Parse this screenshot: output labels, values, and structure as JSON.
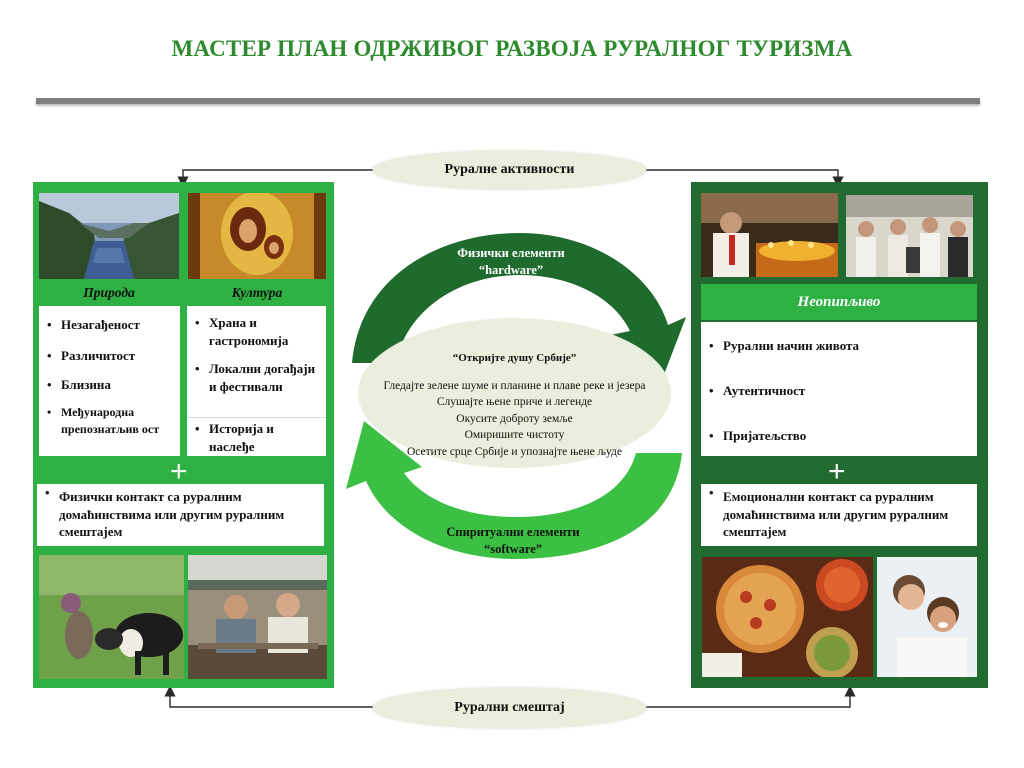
{
  "title": "МАСТЕР ПЛАН ОДРЖИВОГ РАЗВОЈА РУРАЛНОГ ТУРИЗМА",
  "top_pill": "Руралне активности",
  "bottom_pill": "Рурални смештај",
  "left": {
    "col1_label": "Природа",
    "col2_label": "Култура",
    "nature_items": [
      "Незагађеност",
      "Различитост",
      "Близина",
      "Међународна препознатљив ост"
    ],
    "culture_items": [
      "Храна и гастрономија",
      "Локални догађаји и фестивали",
      "Историја и наслеђе"
    ],
    "plus": "+",
    "contact": "Физички контакт са руралним домаћинствима или другим руралним смештајем"
  },
  "right": {
    "header": "Неопипљиво",
    "items": [
      "Рурални начин живота",
      "Аутентичност",
      "Пријатељство"
    ],
    "plus": "+",
    "contact": "Емоционални контакт са руралним домаћинствима или другим руралним смештајем"
  },
  "center": {
    "top_arrow_line1": "Физички елементи",
    "top_arrow_line2": "“hardware”",
    "bottom_arrow_line1": "Спиритуални елементи",
    "bottom_arrow_line2": "“software”",
    "slogan": "“Откријте душу Србије”",
    "lines": [
      "Гледајте зелене шуме и планине и плаве реке и језера",
      "Слушајте њене приче и легенде",
      "Окусите доброту земље",
      "Омиришите чистоту",
      "Осетите срце Србије и упознајте њене људе"
    ]
  },
  "colors": {
    "title": "#2e8a2e",
    "left_panel": "#2fb043",
    "right_panel": "#226b30",
    "pill": "#e9efdc",
    "dark_arrow": "#1f6b2d",
    "light_arrow": "#3cc043"
  }
}
